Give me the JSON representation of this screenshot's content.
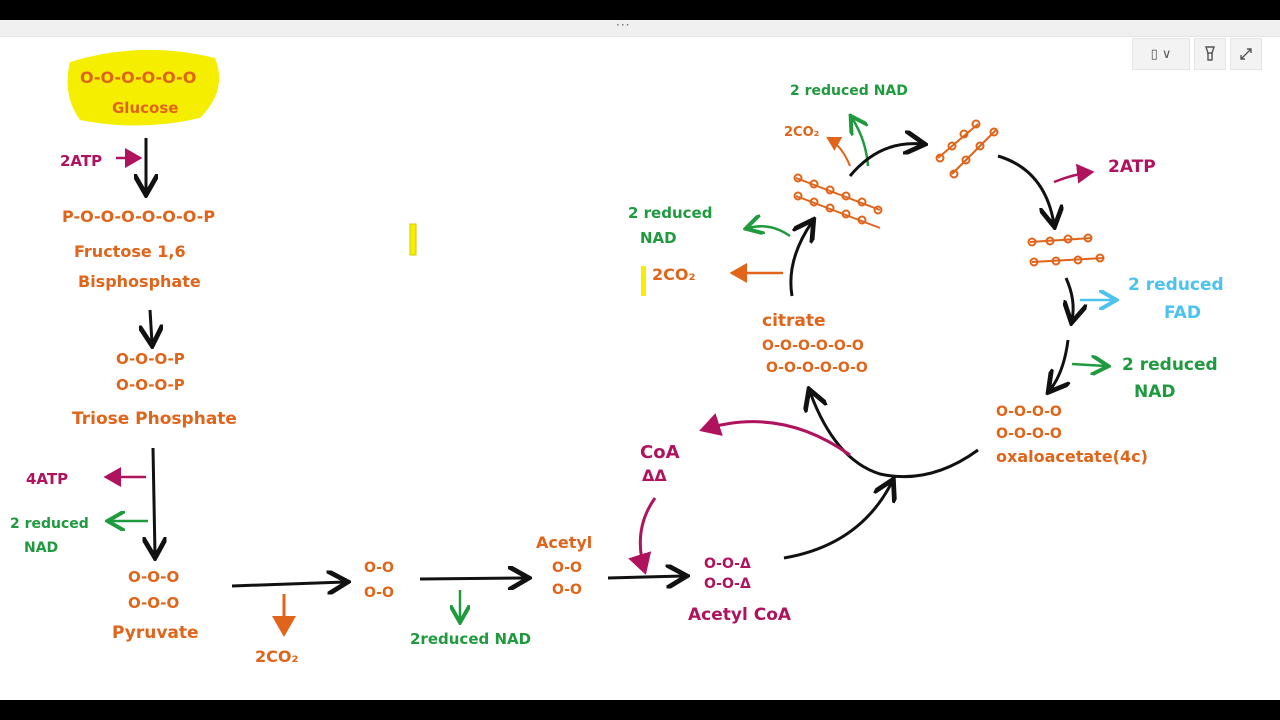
{
  "window": {
    "toolbar": {
      "titlebar_dots": "···",
      "view_dropdown_label": "▯ ∨",
      "pen_icon": "pen-icon",
      "expand_icon": "expand-icon"
    }
  },
  "colors": {
    "orange": "#e0641a",
    "magenta": "#b0135e",
    "green": "#1f9a3e",
    "cyan": "#4cc2ee",
    "highlight": "#f5ee00",
    "black": "#111111"
  },
  "diagram": {
    "glucose": {
      "chain": "O-O-O-O-O-O",
      "label": "Glucose"
    },
    "atp_in": "2ATP",
    "fructose": {
      "chain": "P-O-O-O-O-O-O-P",
      "line1": "Fructose 1,6",
      "line2": "Bisphosphate"
    },
    "triose": {
      "chain1": "O-O-O-P",
      "chain2": "O-O-O-P",
      "label": "Triose Phosphate"
    },
    "atp_out": "4ATP",
    "nad_glycolysis": {
      "line1": "2 reduced",
      "line2": "NAD"
    },
    "pyruvate": {
      "chain1": "O-O-O",
      "chain2": "O-O-O",
      "label": "Pyruvate"
    },
    "co2_link": "2CO₂",
    "acetyl_pre": {
      "chain1": "O-O",
      "chain2": "O-O"
    },
    "nad_link": "2reduced NAD",
    "acetyl": {
      "label": "Acetyl",
      "chain1": "O-O",
      "chain2": "O-O"
    },
    "coa": {
      "label": "CoA",
      "symbol": "ΔΔ"
    },
    "acetyl_coa": {
      "chain1": "O-O-Δ",
      "chain2": "O-O-Δ",
      "label": "Acetyl CoA"
    },
    "citrate": {
      "label": "citrate",
      "chain1": "O-O-O-O-O-O",
      "chain2": "O-O-O-O-O-O"
    },
    "nad_k1": {
      "line1": "2 reduced",
      "line2": "NAD"
    },
    "co2_k1": "2CO₂",
    "nad_k2": "2 reduced NAD",
    "co2_k2": "2CO₂",
    "atp_k": "2ATP",
    "fad_k": {
      "line1": "2 reduced",
      "line2": "FAD"
    },
    "nad_k3": {
      "line1": "2 reduced",
      "line2": "NAD"
    },
    "oxaloacetate": {
      "chain1": "O-O-O-O",
      "chain2": "O-O-O-O",
      "label": "oxaloacetate(4c)"
    }
  }
}
